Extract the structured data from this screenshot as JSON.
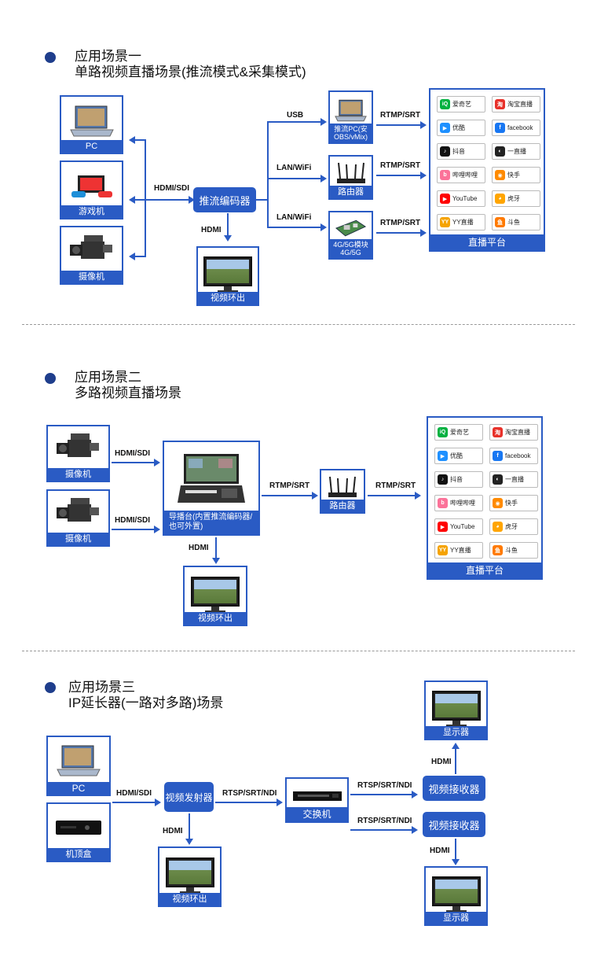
{
  "colors": {
    "accent": "#2a5bc4",
    "dot": "#1f3e8c"
  },
  "s1": {
    "title1": "应用场景一",
    "title2": "单路视频直播场景(推流模式&采集模式)",
    "pc": "PC",
    "game": "游戏机",
    "camera": "摄像机",
    "hdmi_sdi": "HDMI/SDI",
    "encoder": "推流编码器",
    "hdmi": "HDMI",
    "monitor": "视频环出",
    "usb": "USB",
    "lan1": "LAN/WiFi",
    "lan2": "LAN/WiFi",
    "push_pc": "推流PC(安OBS/vMix)",
    "router": "路由器",
    "module": "4G/5G模块 4G/5G",
    "rtmp1": "RTMP/SRT",
    "rtmp2": "RTMP/SRT",
    "rtmp3": "RTMP/SRT",
    "platform": "直播平台"
  },
  "s2": {
    "title1": "应用场景二",
    "title2": "多路视频直播场景",
    "camera1": "摄像机",
    "camera2": "摄像机",
    "hdmi_sdi1": "HDMI/SDI",
    "hdmi_sdi2": "HDMI/SDI",
    "director": "导播台(内置推流编码器/也可外置)",
    "hdmi": "HDMI",
    "monitor": "视频环出",
    "rtmp1": "RTMP/SRT",
    "rtmp2": "RTMP/SRT",
    "router": "路由器",
    "platform": "直播平台"
  },
  "s3": {
    "title1": "应用场景三",
    "title2": "IP延长器(一路对多路)场景",
    "pc": "PC",
    "stb": "机顶盒",
    "hdmi_sdi": "HDMI/SDI",
    "transmitter": "视频发射器",
    "hdmi": "HDMI",
    "monitor": "视频环出",
    "rtsp1": "RTSP/SRT/NDI",
    "switch": "交换机",
    "rtsp2": "RTSP/SRT/NDI",
    "rtsp3": "RTSP/SRT/NDI",
    "receiver1": "视频接收器",
    "receiver2": "视频接收器",
    "hdmi_up": "HDMI",
    "hdmi_down": "HDMI",
    "display1": "显示器",
    "display2": "显示器"
  },
  "platforms": [
    {
      "name": "爱奇艺",
      "icon": "iqiyi-icon",
      "color": "#00b140",
      "glyph": "iQ"
    },
    {
      "name": "淘宝直播",
      "icon": "taobao-icon",
      "color": "#e8312a",
      "glyph": "淘"
    },
    {
      "name": "优酷",
      "icon": "youku-icon",
      "color": "#1e90ff",
      "glyph": "▶"
    },
    {
      "name": "facebook",
      "icon": "facebook-icon",
      "color": "#1877f2",
      "glyph": "f"
    },
    {
      "name": "抖音",
      "icon": "douyin-icon",
      "color": "#111111",
      "glyph": "♪"
    },
    {
      "name": "一直播",
      "icon": "yizhibo-icon",
      "color": "#222222",
      "glyph": "◐"
    },
    {
      "name": "哔哩哔哩",
      "icon": "bilibili-icon",
      "color": "#fb7299",
      "glyph": "b"
    },
    {
      "name": "快手",
      "icon": "kuaishou-icon",
      "color": "#ff8a00",
      "glyph": "◉"
    },
    {
      "name": "YouTube",
      "icon": "youtube-icon",
      "color": "#ff0000",
      "glyph": "▶"
    },
    {
      "name": "虎牙",
      "icon": "huya-icon",
      "color": "#ffa500",
      "glyph": "◕"
    },
    {
      "name": "YY直播",
      "icon": "yy-icon",
      "color": "#f5a300",
      "glyph": "YY"
    },
    {
      "name": "斗鱼",
      "icon": "douyu-icon",
      "color": "#ff7a00",
      "glyph": "鱼"
    }
  ]
}
